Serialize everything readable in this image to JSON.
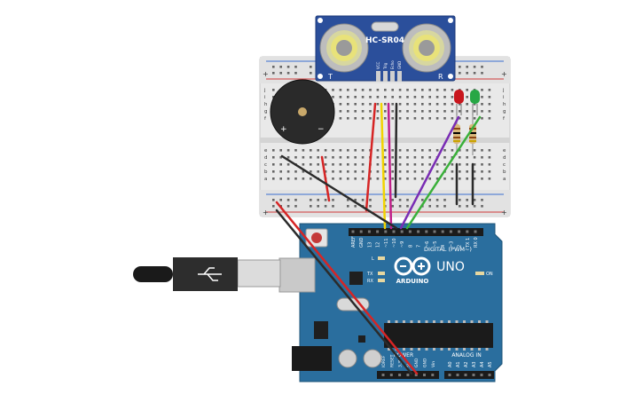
{
  "sensor": {
    "model": "HC-SR04",
    "mark_t": "T",
    "mark_r": "R",
    "pins": [
      "VCC",
      "Trig",
      "Echo",
      "GND"
    ]
  },
  "breadboard": {
    "rows_top": [
      "j",
      "i",
      "h",
      "g",
      "f"
    ],
    "rows_bottom": [
      "e",
      "d",
      "c",
      "b",
      "a"
    ],
    "plus": "+",
    "minus": "-"
  },
  "arduino": {
    "model": "UNO",
    "brand": "ARDUINO",
    "digital_label": "DIGITAL (PWM~)",
    "power_label": "POWER",
    "analog_label": "ANALOG IN",
    "on_label": "ON",
    "l_label": "L",
    "tx_label": "TX",
    "rx_label": "RX",
    "digital_pins": [
      "AREF",
      "GND",
      "13",
      "12",
      "~11",
      "~10",
      "~9",
      "8",
      "7",
      "~6",
      "~5",
      "4",
      "~3",
      "2",
      "TX 1",
      "RX 0"
    ],
    "power_pins": [
      "IOREF",
      "RESET",
      "3.3V",
      "5V",
      "GND",
      "GND",
      "Vin"
    ],
    "analog_pins": [
      "A0",
      "A1",
      "A2",
      "A3",
      "A4",
      "A5"
    ]
  },
  "colors": {
    "board": "#2a6e9e",
    "sensor": "#2b4f9b",
    "breadboard": "#e8e8e8",
    "wire_red": "#d62525",
    "wire_black": "#2b2b2b",
    "wire_yellow": "#f2d400",
    "wire_magenta": "#c0208a",
    "wire_purple": "#7a2db4",
    "wire_green": "#3ab03a",
    "led_red": "#c8161d",
    "led_green": "#27a745"
  }
}
